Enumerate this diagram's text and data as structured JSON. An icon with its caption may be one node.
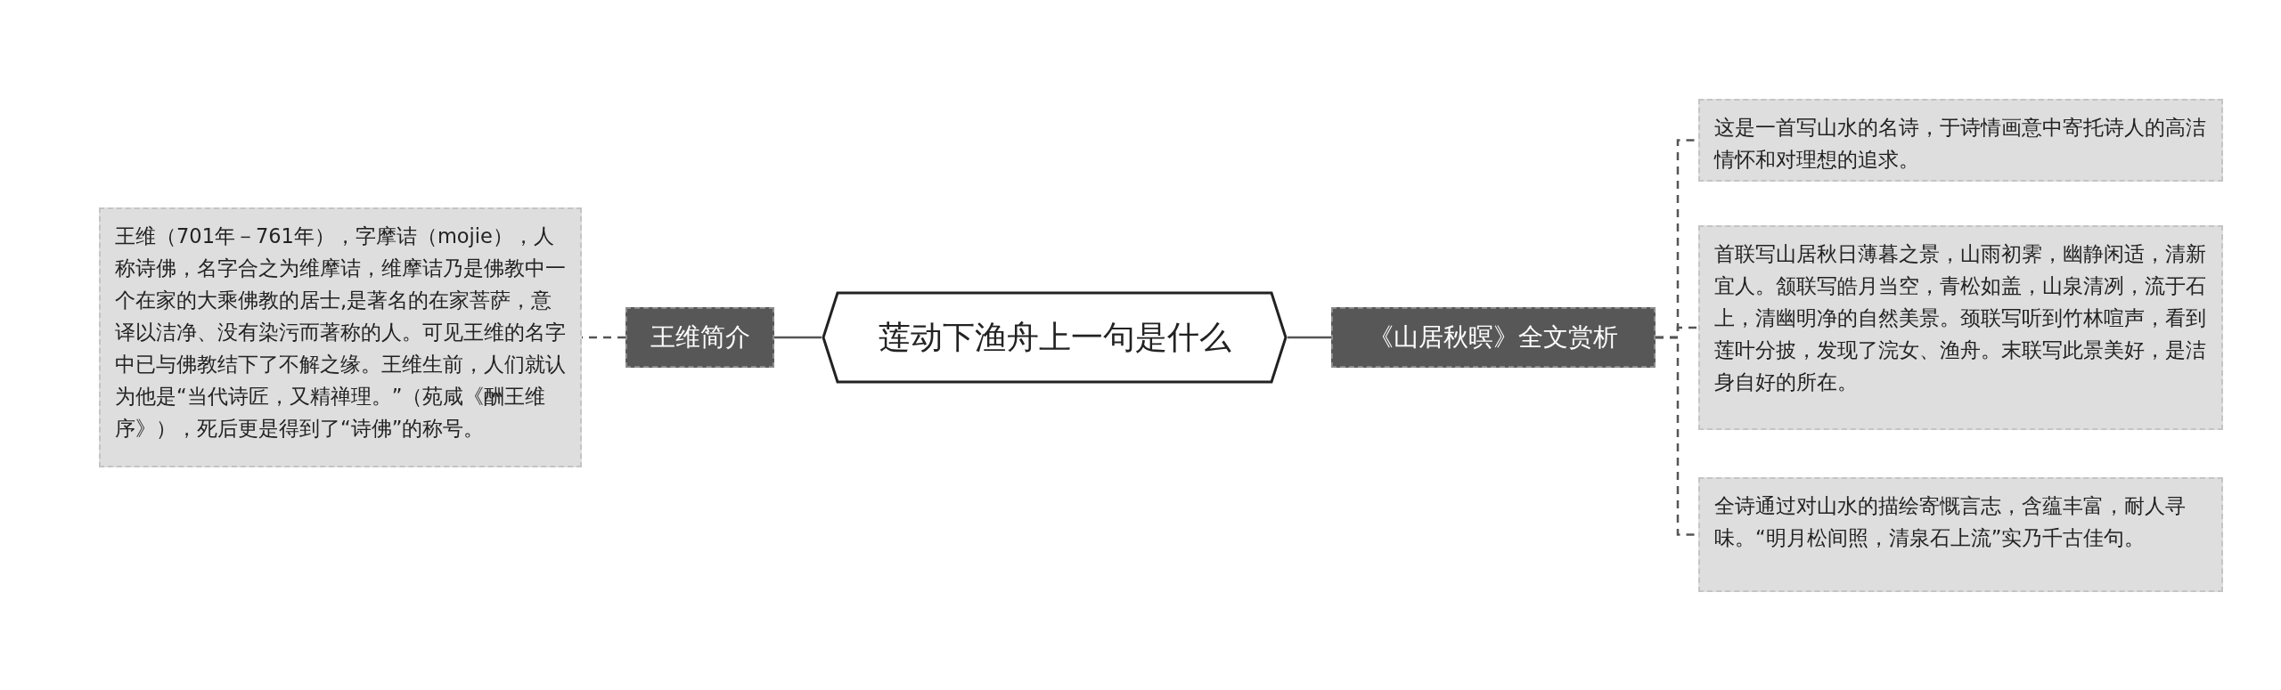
{
  "diagram": {
    "nodes": [
      {
        "text": [
          "莲动下渔舟上一句是什么"
        ]
      },
      {
        "text": [
          "王维简介"
        ]
      },
      {
        "text": [
          "王维（701年－761年），字摩诘（mojie），人称诗佛，名字合之为维摩诘，维摩诘乃是佛教中一个在家的大乘佛教的居士,是著名的在家菩萨，意译以洁净、没有染污而著称的人。可见王维的名字中已与佛教结下了不解之缘。王维生前，人们就认为他是“当代诗匠，又精禅理。”（苑咸《酬王维序》），死后更是得到了“诗佛”的称号。"
        ]
      },
      {
        "text": [
          "《山居秋暝》全文赏析"
        ]
      },
      {
        "text": [
          "这是一首写山水的名诗，于诗情画意中寄托诗人的高洁情怀和对理想的追求。"
        ]
      },
      {
        "text": [
          "首联写山居秋日薄暮之景，山雨初霁，幽静闲适，清新宜人。颔联写皓月当空，青松如盖，山泉清冽，流于石上，清幽明净的自然美景。颈联写听到竹林喧声，看到莲叶分披，发现了浣女、渔舟。末联写此景美好，是洁身自好的所在。"
        ]
      },
      {
        "text": [
          "全诗通过对山水的描绘寄慨言志，含蕴丰富，耐人寻味。“明月松间照，清泉石上流”实乃千古佳句。"
        ]
      }
    ],
    "edges": [
      {
        "from": 0,
        "to": 1,
        "arrow": "none"
      },
      {
        "from": 1,
        "to": 2,
        "arrow": "none",
        "style": "dashed"
      },
      {
        "from": 0,
        "to": 3,
        "arrow": "none"
      },
      {
        "from": 3,
        "to": 4,
        "arrow": "none",
        "style": "dashed"
      },
      {
        "from": 3,
        "to": 5,
        "arrow": "none",
        "style": "dashed"
      },
      {
        "from": 3,
        "to": 6,
        "arrow": "none",
        "style": "dashed"
      }
    ]
  }
}
